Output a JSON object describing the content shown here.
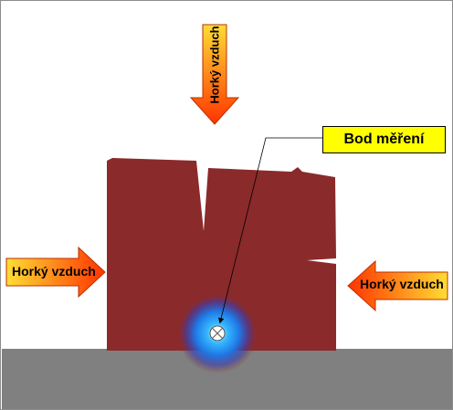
{
  "labels": {
    "hot_air_top": "Horký vzduch",
    "hot_air_left": "Horký vzduch",
    "hot_air_right": "Horký vzduch",
    "measurement_point": "Bod měření"
  },
  "colors": {
    "block": "#8b2a2b",
    "base": "#808080",
    "label_box": "#ffff00",
    "arrow_gradient_start": "#ffdd33",
    "arrow_gradient_end": "#ff3300",
    "glow": "#1e90ff"
  }
}
